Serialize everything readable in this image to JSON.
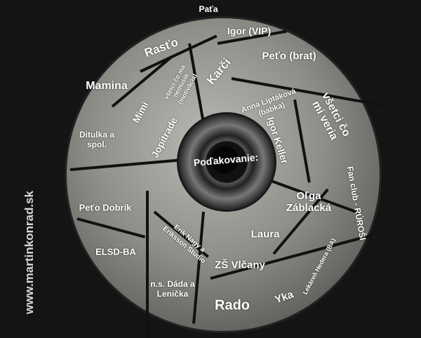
{
  "website": "www.martinkonrad.sk",
  "center_title": "Poďakovanie:",
  "names": {
    "pata": "Paťa",
    "igor_vip": "Igor (VIP)",
    "rasto": "Rasťo",
    "peto_brat": "Peťo (brat)",
    "mamina": "Mamina",
    "nemusia": "všetci čo ma nemusia (motivácia)",
    "karci": "Karči",
    "anna": "Anna Liptáková (babka)",
    "veria": "všetci čo mi veria",
    "mimi": "Mimi",
    "ditulka": "Ditulka a spol.",
    "jopitrade": "Jopitrade",
    "igor_keller": "Igor Keller",
    "fanclub": "Fan club - RÚROŠI",
    "olga": "Oľga Záblacká",
    "peto_dobrik": "Peťo Dobrík",
    "erik": "Erik Nagy a Eriksson Studio",
    "laura": "Laura",
    "lekaren": "Lekáreň Hedera (BA)",
    "elsd": "ELSD-BA",
    "zs": "ZŠ Vlčany",
    "dada": "n.s. Dáda a Lenička",
    "rado": "Rado",
    "yka": "Yka"
  }
}
